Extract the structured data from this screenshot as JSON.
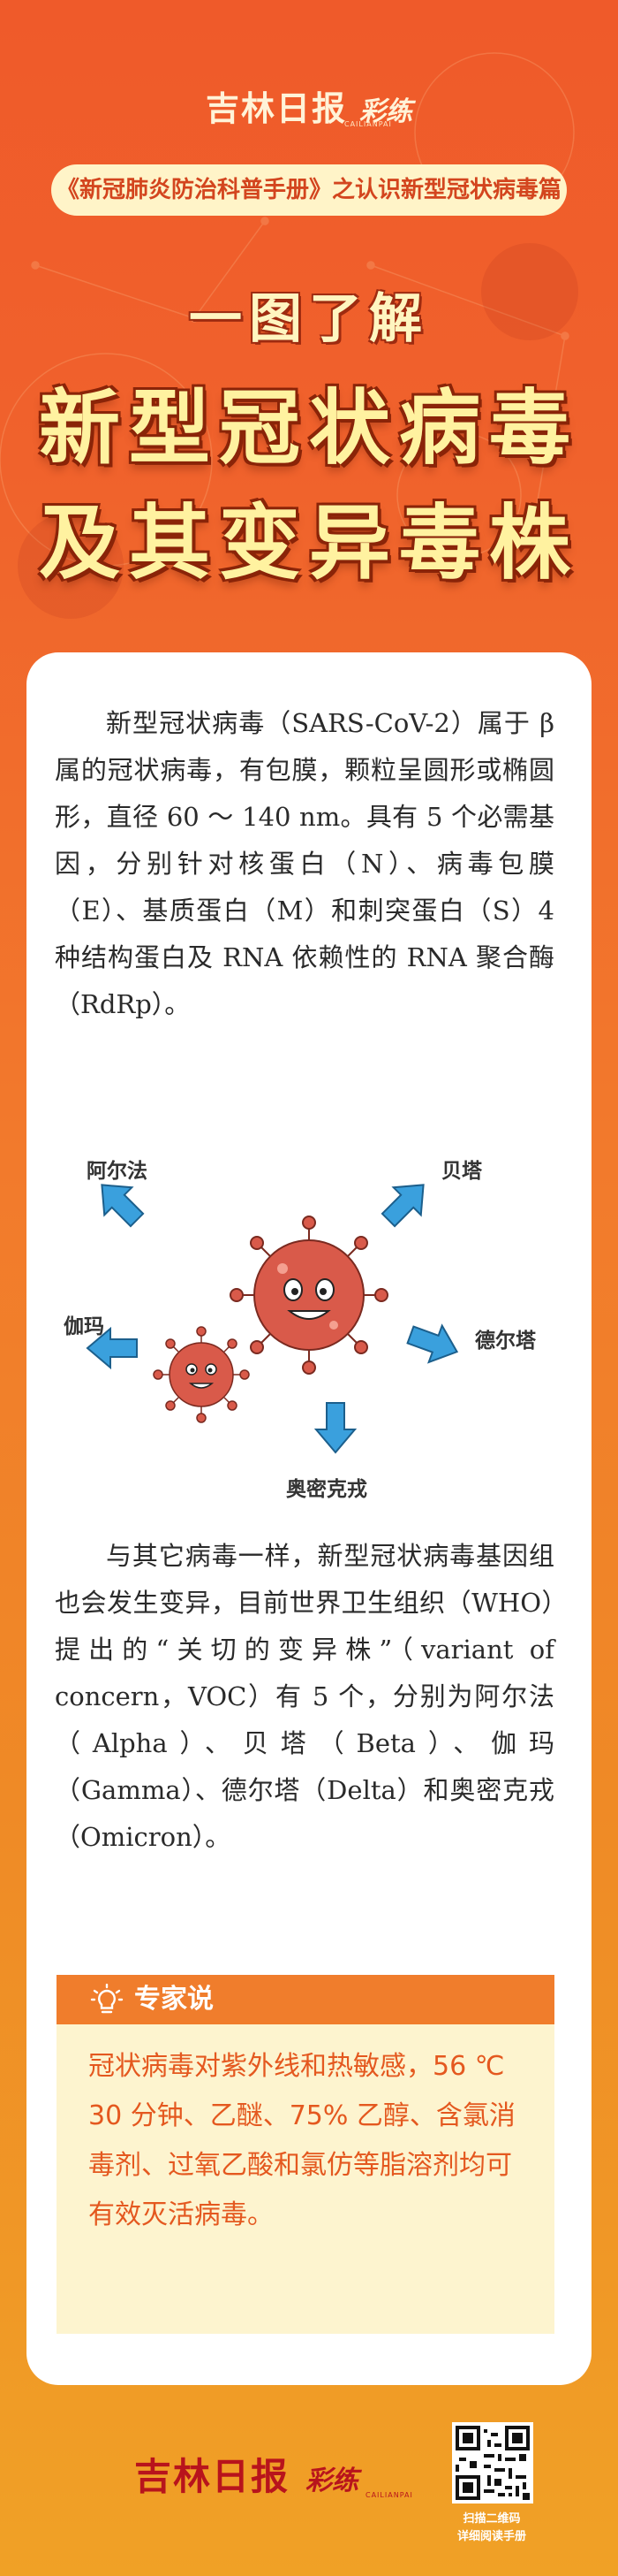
{
  "header": {
    "brand_name": "吉林日报",
    "brand_sub": "彩练",
    "brand_tiny": "CAILIANPAI",
    "subtitle": "《新冠肺炎防治科普手册》之认识新型冠状病毒篇",
    "title_small": "一图了解",
    "title_line1": "新型冠状病毒",
    "title_line2": "及其变异毒株"
  },
  "intro": {
    "text": "新型冠状病毒（SARS-CoV-2）属于 β 属的冠状病毒，有包膜，颗粒呈圆形或椭圆形，直径 60 ～ 140 nm。具有 5 个必需基因，分别针对核蛋白（N）、病毒包膜（E）、基质蛋白（M）和刺突蛋白（S）4 种结构蛋白及 RNA 依赖性的 RNA 聚合酶（RdRp）。"
  },
  "diagram": {
    "labels": {
      "alpha": "阿尔法",
      "beta": "贝塔",
      "gamma": "伽玛",
      "delta": "德尔塔",
      "omicron": "奥密克戎"
    }
  },
  "variants": {
    "text": "与其它病毒一样，新型冠状病毒基因组也会发生变异，目前世界卫生组织（WHO）提出的“关切的变异株”（variant of concern，VOC）有 5 个，分别为阿尔法（Alpha）、贝塔（Beta）、伽玛（Gamma）、德尔塔（Delta）和奥密克戎（Omicron）。"
  },
  "expert": {
    "title": "专家说",
    "text": "冠状病毒对紫外线和热敏感，56 ℃ 30 分钟、乙醚、75% 乙醇、含氯消毒剂、过氧乙酸和氯仿等脂溶剂均可有效灭活病毒。"
  },
  "footer": {
    "brand_name": "吉林日报",
    "brand_sub": "彩练",
    "brand_tiny": "CAILIANPAI",
    "qr_caption_1": "扫描二维码",
    "qr_caption_2": "详细阅读手册"
  },
  "colors": {
    "bg_top": "#ef5a2a",
    "bg_bottom": "#f0a126",
    "title_fill": "#fff2a0",
    "title_outline": "#8a2408",
    "expert_bar": "#f07d2c",
    "expert_bg": "#fdf4cf",
    "expert_text": "#e4581f",
    "arrow_blue": "#3aa0dd",
    "virus_red": "#d95a4a"
  }
}
